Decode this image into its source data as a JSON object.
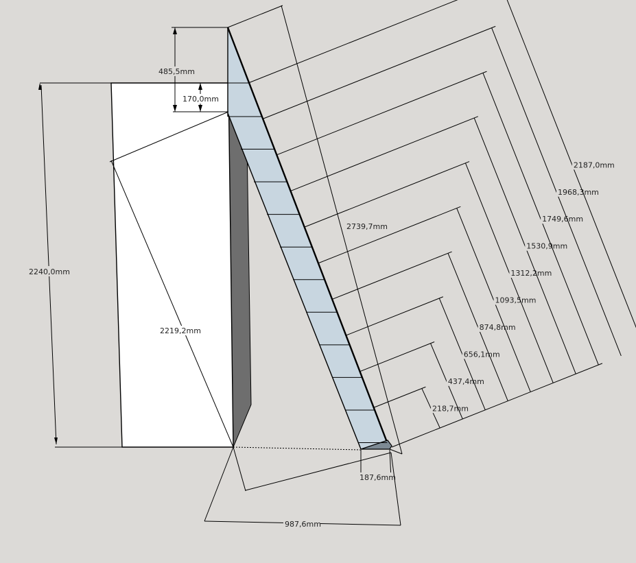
{
  "colors": {
    "background": "#dcdad7",
    "cabinet_front": "#ffffff",
    "cabinet_side": "#6e6e6e",
    "ladder_fill": "#c8d6e0",
    "ladder_foot": "#7d8a94",
    "line": "#000000"
  },
  "dimensions": {
    "cabinet_height": "2240,0mm",
    "cabinet_diagonal": "2219,2mm",
    "top_offset": "485,5mm",
    "step_offset": "170,0mm",
    "ladder_length": "2739,7mm",
    "foot_depth": "187,6mm",
    "base_span": "987,6mm",
    "step_heights": [
      "218,7mm",
      "437,4mm",
      "656,1mm",
      "874,8mm",
      "1093,5mm",
      "1312,2mm",
      "1530,9mm",
      "1749,6mm",
      "1968,3mm",
      "2187,0mm"
    ]
  }
}
